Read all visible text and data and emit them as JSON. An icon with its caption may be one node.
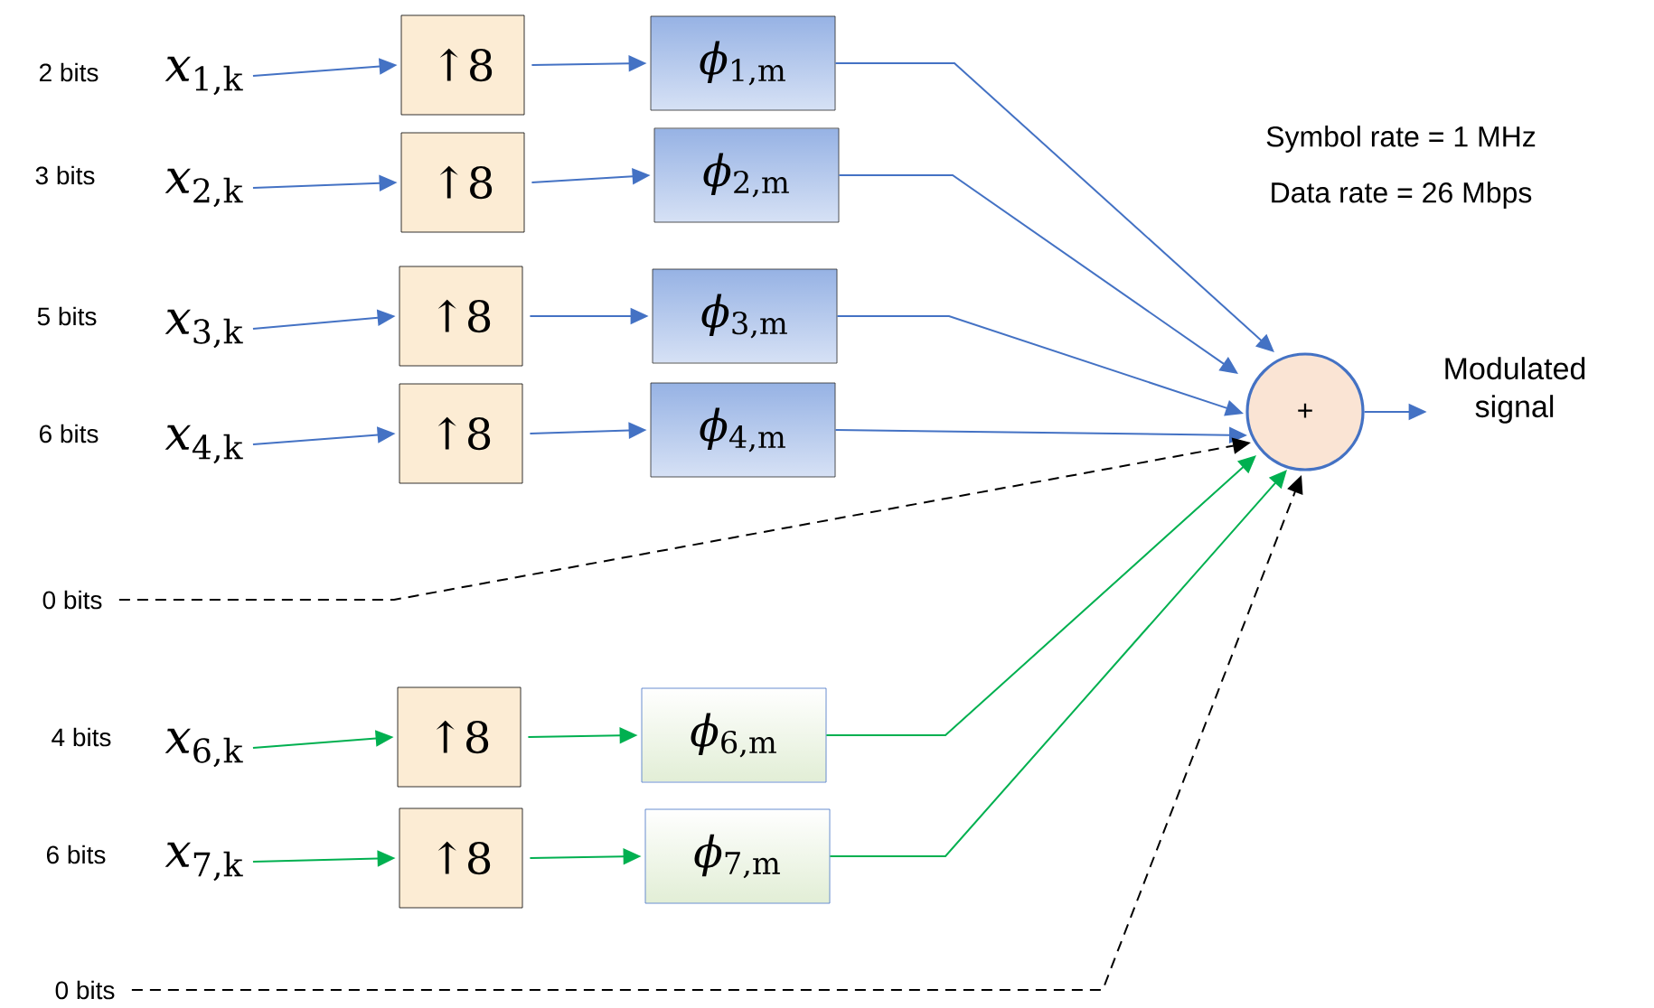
{
  "diagram": {
    "nodes": [
      {
        "text": [
          "*x*$_{1,k}$"
        ],
        "beside": [
          "2 bits"
        ]
      },
      {
        "text": [
          "↑8"
        ]
      },
      {
        "text": [
          "*ϕ*$_{1,m}$"
        ]
      },
      {
        "text": [
          "*x*$_{2,k}$"
        ],
        "beside": [
          "3 bits"
        ]
      },
      {
        "text": [
          "↑8"
        ]
      },
      {
        "text": [
          "*ϕ*$_{2,m}$"
        ]
      },
      {
        "text": [
          "*x*$_{3,k}$"
        ],
        "beside": [
          "5 bits"
        ]
      },
      {
        "text": [
          "↑8"
        ]
      },
      {
        "text": [
          "*ϕ*$_{3,m}$"
        ]
      },
      {
        "text": [
          "*x*$_{4,k}$"
        ],
        "beside": [
          "6 bits"
        ]
      },
      {
        "text": [
          "↑8"
        ]
      },
      {
        "text": [
          "*ϕ*$_{4,m}$"
        ]
      },
      {
        "text": [
          "0 bits"
        ]
      },
      {
        "text": [
          "*x*$_{6,k}$"
        ],
        "beside": [
          "4 bits"
        ]
      },
      {
        "text": [
          "↑8"
        ]
      },
      {
        "text": [
          "*ϕ*$_{6,m}$"
        ]
      },
      {
        "text": [
          "*x*$_{7,k}$"
        ],
        "beside": [
          "6 bits"
        ]
      },
      {
        "text": [
          "↑8"
        ]
      },
      {
        "text": [
          "*ϕ*$_{7,m}$"
        ]
      },
      {
        "text": [
          "0 bits"
        ]
      },
      {
        "text": [
          "+"
        ]
      },
      {
        "text": [
          "Modulated signal"
        ]
      }
    ],
    "edges": [
      {
        "from": 0,
        "to": 1,
        "arrow": "to"
      },
      {
        "from": 1,
        "to": 2,
        "arrow": "to"
      },
      {
        "from": 3,
        "to": 4,
        "arrow": "to"
      },
      {
        "from": 4,
        "to": 5,
        "arrow": "to"
      },
      {
        "from": 6,
        "to": 7,
        "arrow": "to"
      },
      {
        "from": 7,
        "to": 8,
        "arrow": "to"
      },
      {
        "from": 9,
        "to": 10,
        "arrow": "to"
      },
      {
        "from": 10,
        "to": 11,
        "arrow": "to"
      },
      {
        "from": 13,
        "to": 14,
        "arrow": "to",
        "color": "#00b050"
      },
      {
        "from": 14,
        "to": 15,
        "arrow": "to",
        "color": "#00b050"
      },
      {
        "from": 16,
        "to": 17,
        "arrow": "to",
        "color": "#00b050"
      },
      {
        "from": 17,
        "to": 18,
        "arrow": "to",
        "color": "#00b050"
      },
      {
        "from": 2,
        "to": 20,
        "arrow": "to"
      },
      {
        "from": 5,
        "to": 20,
        "arrow": "to"
      },
      {
        "from": 8,
        "to": 20,
        "arrow": "to"
      },
      {
        "from": 11,
        "to": 20,
        "arrow": "to"
      },
      {
        "from": 12,
        "to": 20,
        "arrow": "to",
        "style": "dashed",
        "color": "#000000"
      },
      {
        "from": 15,
        "to": 20,
        "arrow": "to",
        "color": "#00b050"
      },
      {
        "from": 18,
        "to": 20,
        "arrow": "to",
        "color": "#00b050"
      },
      {
        "from": 19,
        "to": 20,
        "arrow": "to",
        "style": "dashed",
        "color": "#000000"
      },
      {
        "from": 20,
        "to": 21,
        "arrow": "to"
      }
    ],
    "labels": [
      "Symbol rate = 1 MHz",
      "Data rate = 26 Mbps"
    ]
  }
}
